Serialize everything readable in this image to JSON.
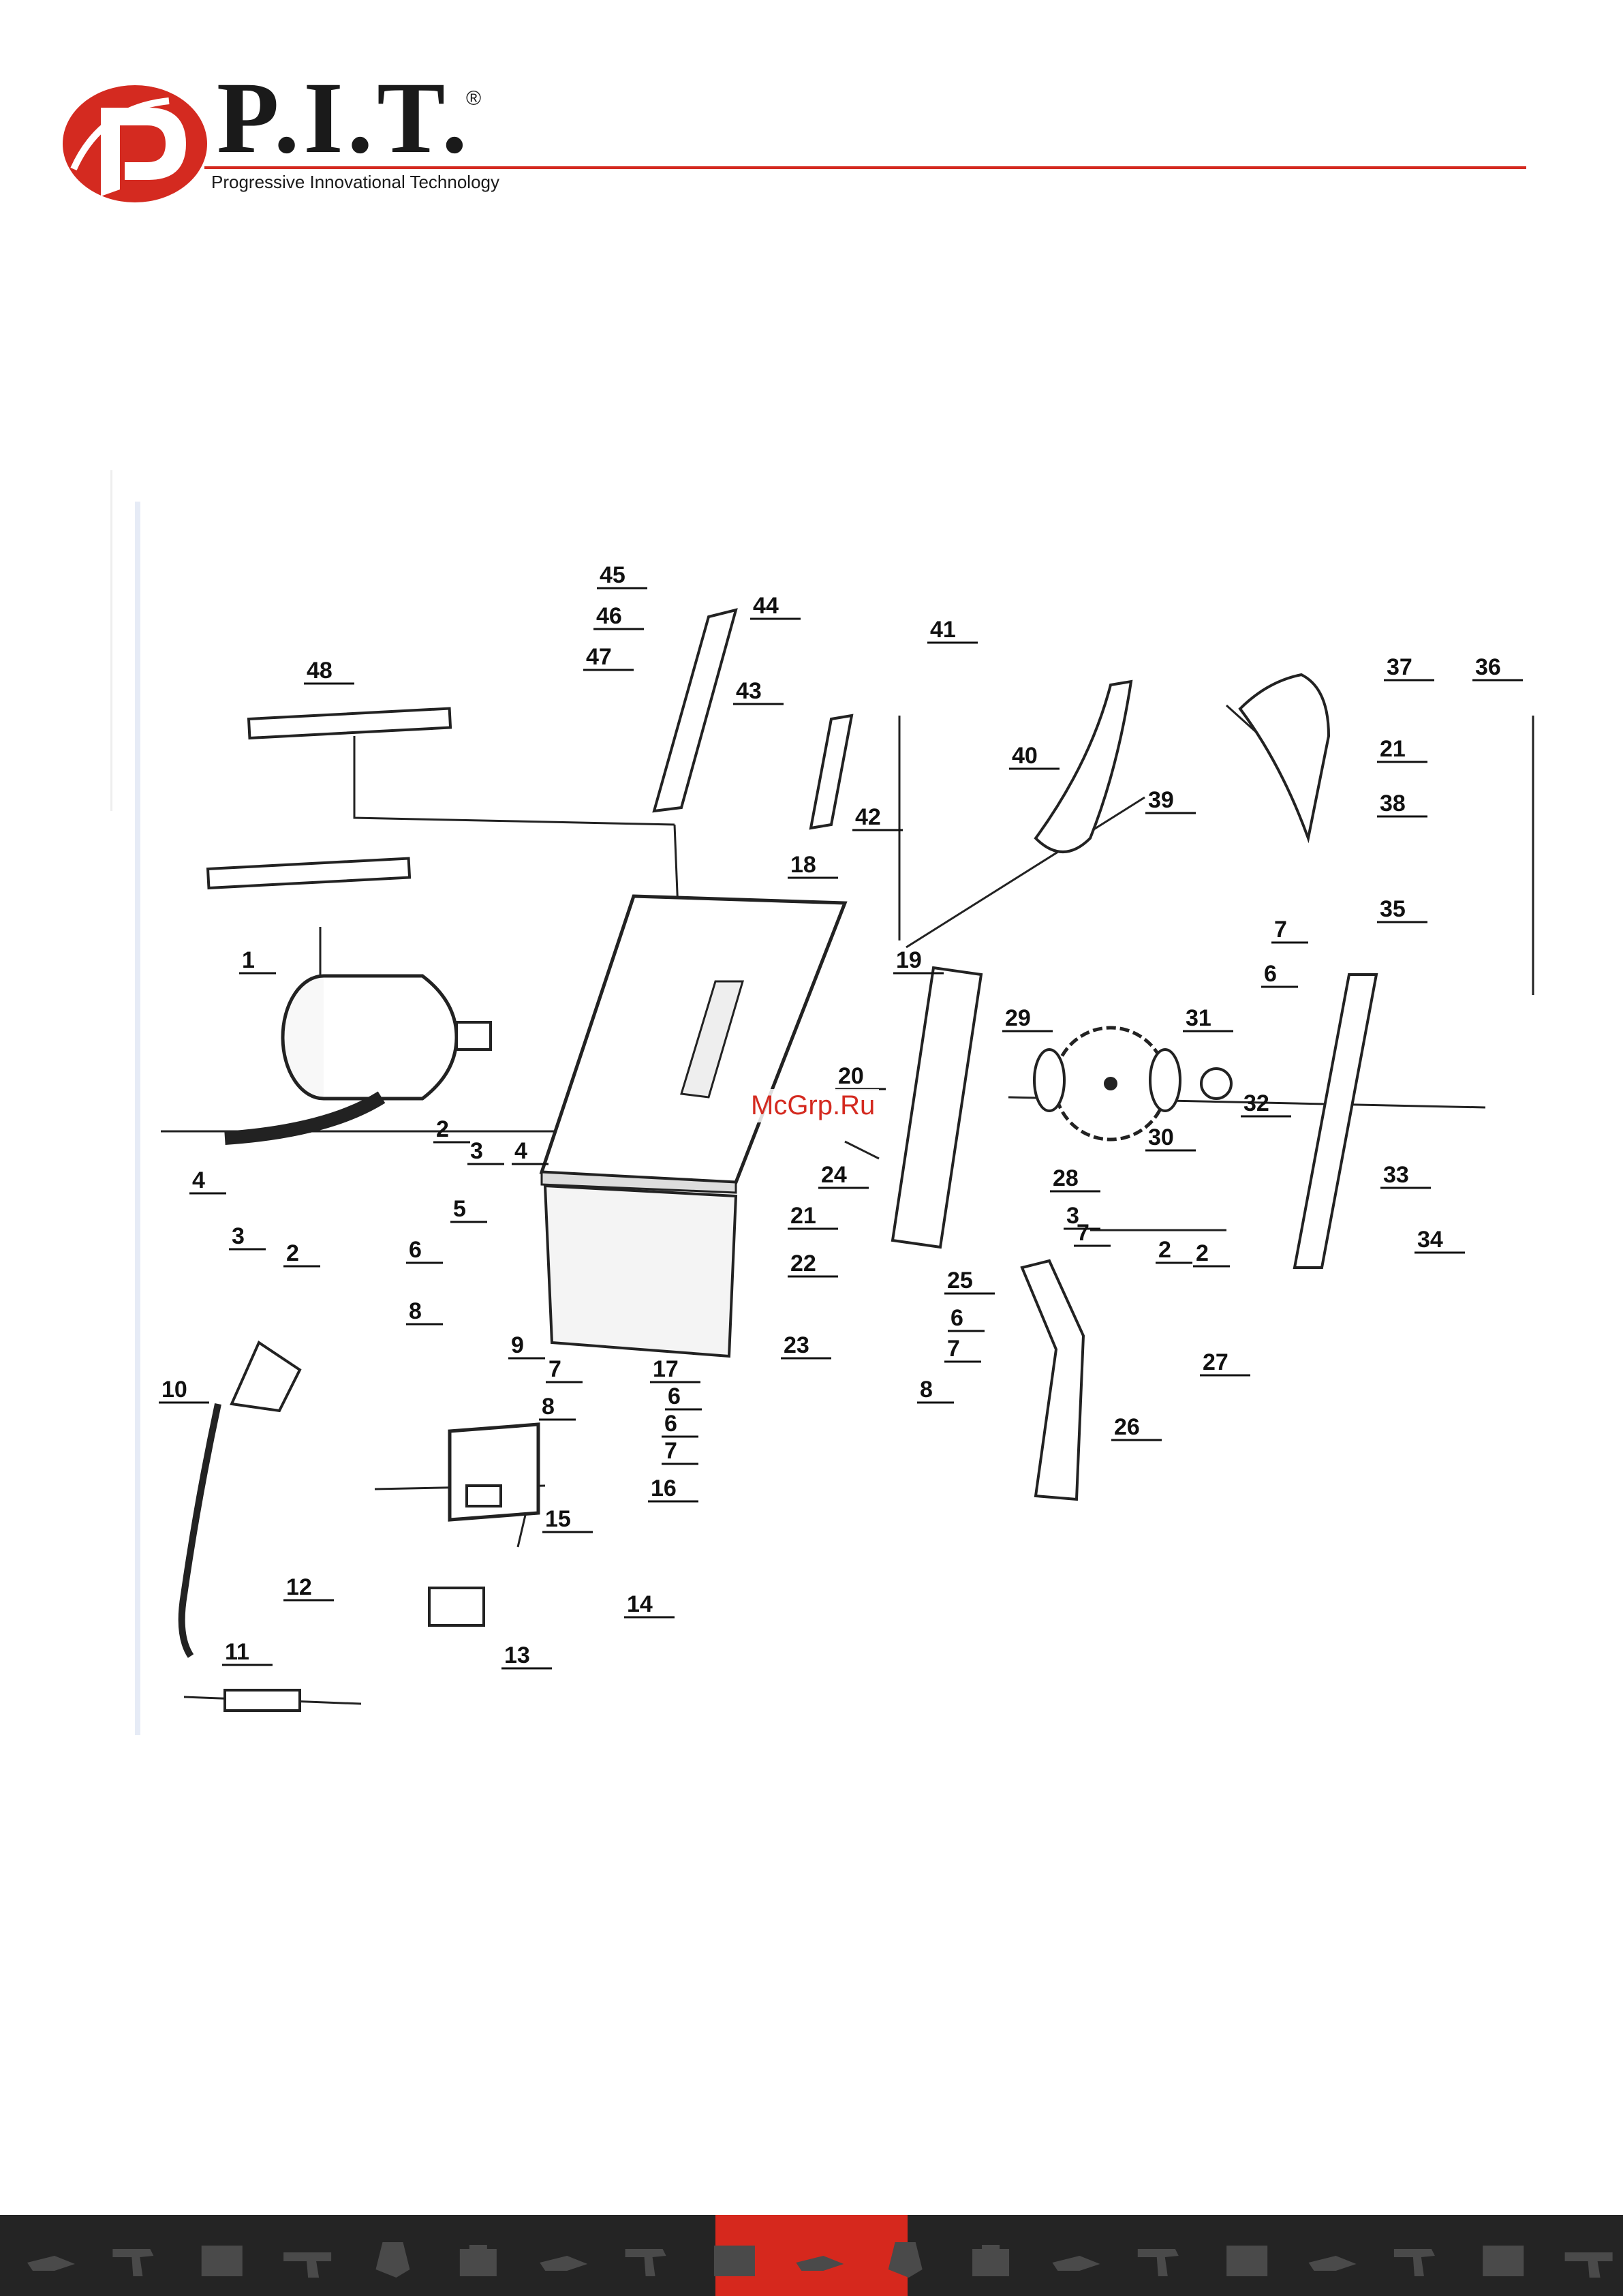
{
  "header": {
    "brand": "P.I.T.",
    "registered": "®",
    "tagline": "Progressive Innovational Technology",
    "accent_color": "#d42a20"
  },
  "watermark": "McGrp.Ru",
  "diagram": {
    "part_labels": [
      "1",
      "2",
      "2",
      "2",
      "2",
      "3",
      "3",
      "3",
      "4",
      "4",
      "5",
      "6",
      "6",
      "6",
      "6",
      "6",
      "7",
      "7",
      "7",
      "7",
      "7",
      "8",
      "8",
      "8",
      "9",
      "10",
      "11",
      "12",
      "13",
      "14",
      "15",
      "16",
      "17",
      "18",
      "19",
      "20",
      "21",
      "21",
      "22",
      "23",
      "24",
      "25",
      "26",
      "27",
      "28",
      "29",
      "30",
      "31",
      "32",
      "33",
      "34",
      "35",
      "36",
      "37",
      "38",
      "39",
      "40",
      "41",
      "42",
      "43",
      "44",
      "45",
      "46",
      "47",
      "48"
    ]
  },
  "footer": {
    "bg_color": "#242424",
    "accent_color": "#d6281d",
    "icons": [
      "sander-icon",
      "drill-icon",
      "generator-icon",
      "rotary-hammer-icon",
      "mixer-icon",
      "battery-icon",
      "sander-icon",
      "drill-icon",
      "generator-icon",
      "sander-icon",
      "mixer-icon",
      "battery-icon",
      "sander-icon",
      "drill-icon",
      "generator-icon",
      "sander-icon",
      "drill-icon",
      "generator-icon",
      "rotary-hammer-icon"
    ]
  }
}
